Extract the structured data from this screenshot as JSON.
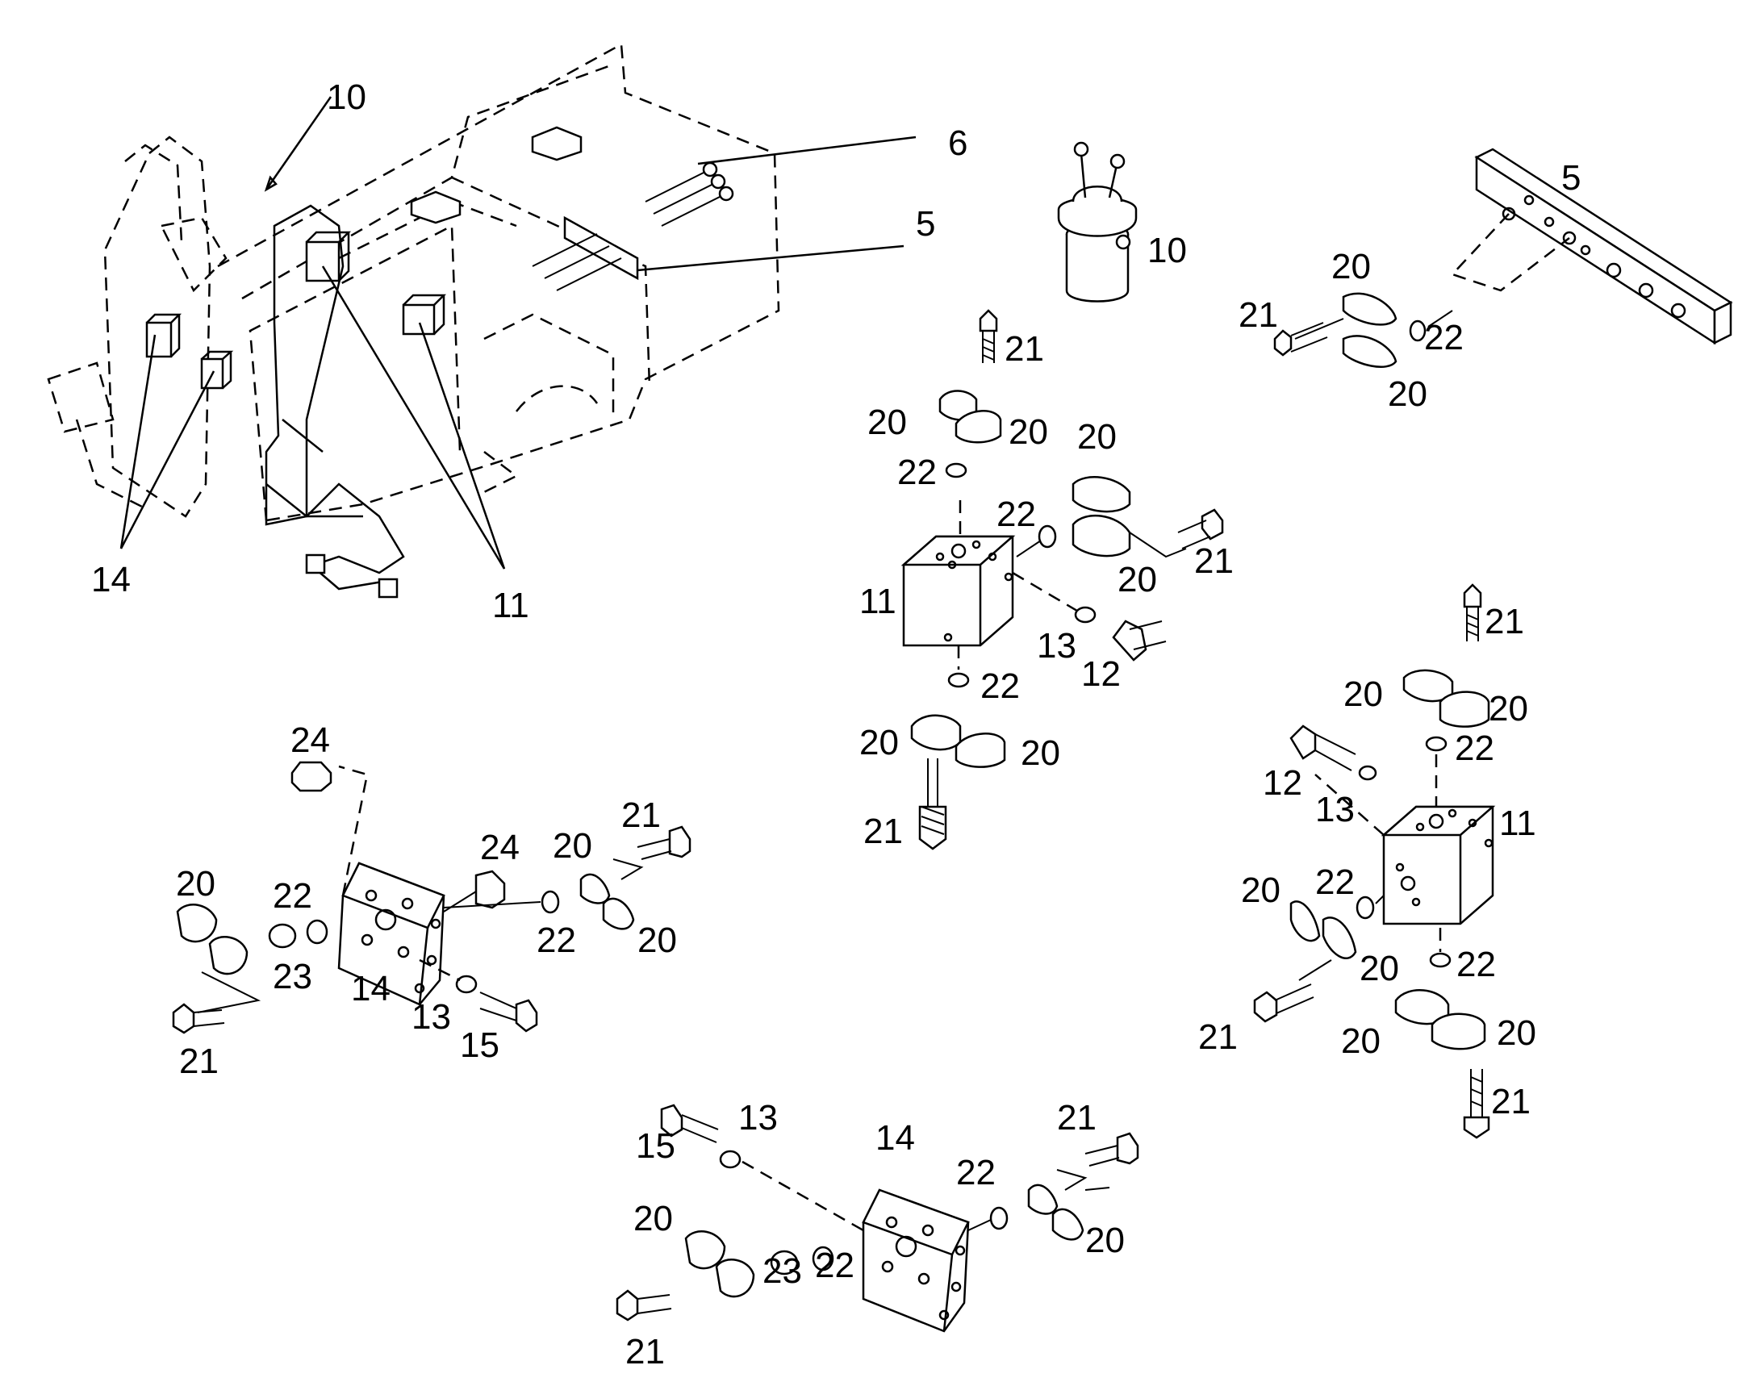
{
  "callouts": [
    {
      "id": "c-10-frame",
      "text": "10"
    },
    {
      "id": "c-6",
      "text": "6"
    },
    {
      "id": "c-5-frame",
      "text": "5"
    },
    {
      "id": "c-14-frame",
      "text": "14"
    },
    {
      "id": "c-11-frame",
      "text": "11"
    },
    {
      "id": "c-10-sensor",
      "text": "10"
    },
    {
      "id": "c-5-plate",
      "text": "5"
    },
    {
      "id": "c-20-p1",
      "text": "20"
    },
    {
      "id": "c-21-p1",
      "text": "21"
    },
    {
      "id": "c-22-p1",
      "text": "22"
    },
    {
      "id": "c-20-p2",
      "text": "20"
    },
    {
      "id": "c-21-b1",
      "text": "21"
    },
    {
      "id": "c-20-b1",
      "text": "20"
    },
    {
      "id": "c-20-b2",
      "text": "20"
    },
    {
      "id": "c-22-b1",
      "text": "22"
    },
    {
      "id": "c-20-b3",
      "text": "20"
    },
    {
      "id": "c-22-b2",
      "text": "22"
    },
    {
      "id": "c-20-b4",
      "text": "20"
    },
    {
      "id": "c-21-b2",
      "text": "21"
    },
    {
      "id": "c-11-b",
      "text": "11"
    },
    {
      "id": "c-13-b",
      "text": "13"
    },
    {
      "id": "c-12-b",
      "text": "12"
    },
    {
      "id": "c-22-b3",
      "text": "22"
    },
    {
      "id": "c-20-b5",
      "text": "20"
    },
    {
      "id": "c-20-b6",
      "text": "20"
    },
    {
      "id": "c-21-b3",
      "text": "21"
    },
    {
      "id": "c-24-l1",
      "text": "24"
    },
    {
      "id": "c-24-l2",
      "text": "24"
    },
    {
      "id": "c-21-l1",
      "text": "21"
    },
    {
      "id": "c-20-l1",
      "text": "20"
    },
    {
      "id": "c-20-l2",
      "text": "20"
    },
    {
      "id": "c-22-l1",
      "text": "22"
    },
    {
      "id": "c-22-l2",
      "text": "22"
    },
    {
      "id": "c-20-l3",
      "text": "20"
    },
    {
      "id": "c-23-l",
      "text": "23"
    },
    {
      "id": "c-14-l",
      "text": "14"
    },
    {
      "id": "c-13-l",
      "text": "13"
    },
    {
      "id": "c-15-l",
      "text": "15"
    },
    {
      "id": "c-21-l2",
      "text": "21"
    },
    {
      "id": "c-21-r1",
      "text": "21"
    },
    {
      "id": "c-20-r1",
      "text": "20"
    },
    {
      "id": "c-20-r2",
      "text": "20"
    },
    {
      "id": "c-22-r1",
      "text": "22"
    },
    {
      "id": "c-12-r",
      "text": "12"
    },
    {
      "id": "c-13-r",
      "text": "13"
    },
    {
      "id": "c-11-r",
      "text": "11"
    },
    {
      "id": "c-20-r3",
      "text": "20"
    },
    {
      "id": "c-22-r2",
      "text": "22"
    },
    {
      "id": "c-20-r4",
      "text": "20"
    },
    {
      "id": "c-22-r3",
      "text": "22"
    },
    {
      "id": "c-21-r2",
      "text": "21"
    },
    {
      "id": "c-20-r5",
      "text": "20"
    },
    {
      "id": "c-20-r6",
      "text": "20"
    },
    {
      "id": "c-21-r3",
      "text": "21"
    },
    {
      "id": "c-15-m",
      "text": "15"
    },
    {
      "id": "c-13-m",
      "text": "13"
    },
    {
      "id": "c-14-m",
      "text": "14"
    },
    {
      "id": "c-21-m1",
      "text": "21"
    },
    {
      "id": "c-22-m1",
      "text": "22"
    },
    {
      "id": "c-20-m1",
      "text": "20"
    },
    {
      "id": "c-20-m2",
      "text": "20"
    },
    {
      "id": "c-23-m",
      "text": "23"
    },
    {
      "id": "c-22-m2",
      "text": "22"
    },
    {
      "id": "c-21-m2",
      "text": "21"
    }
  ]
}
